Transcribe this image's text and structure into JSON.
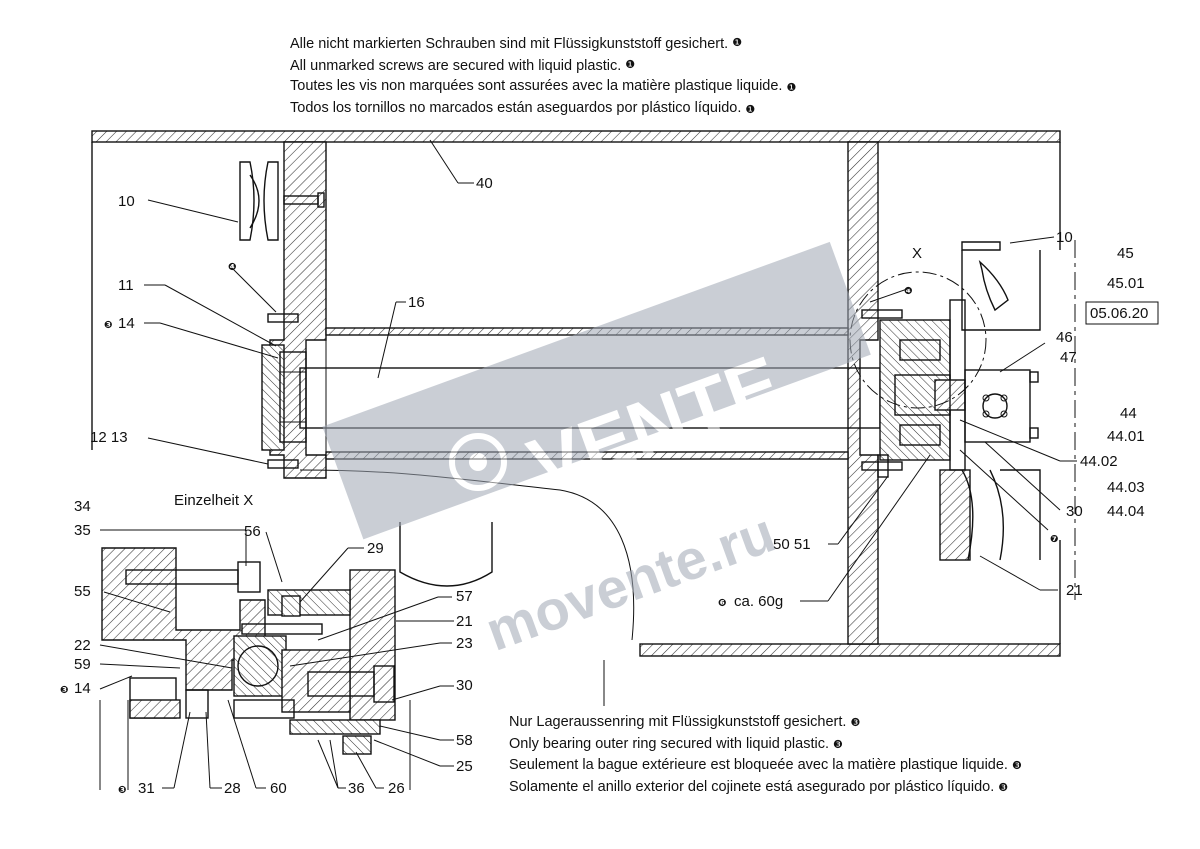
{
  "notes_top": [
    {
      "text": "Alle nicht markierten Schrauben sind mit Flüssigkunststoff gesichert.",
      "mark": "❶"
    },
    {
      "text": "All unmarked screws are secured with liquid plastic.",
      "mark": "❶"
    },
    {
      "text": "Toutes les vis non marquées sont assurées avec la matière plastique liquide.",
      "mark": "❶"
    },
    {
      "text": "Todos los tornillos no marcados están aseguardos por plástico líquido.",
      "mark": "❶"
    }
  ],
  "notes_bottom": [
    {
      "text": "Nur Lageraussenring mit Flüssigkunststoff gesichert.",
      "mark": "❸"
    },
    {
      "text": "Only bearing outer ring secured with liquid plastic.",
      "mark": "❸"
    },
    {
      "text": "Seulement la bague extérieure est bloqueée avec la matière plastique liquide.",
      "mark": "❸"
    },
    {
      "text": "Solamente el anillo exterior del cojinete está asegurado por plástico líquido.",
      "mark": "❸"
    }
  ],
  "detail_title": "Einzelheit X",
  "detail_marker": "X",
  "revision_box": "05.06.20",
  "grease_note": "ca. 60g",
  "callouts": {
    "c10a": "10",
    "c10b": "10",
    "c11": "11",
    "c14a": "14",
    "c14b": "14",
    "c12_13": "12  13",
    "c16": "16",
    "c40": "40",
    "c45": "45",
    "c4501": "45.01",
    "c46": "46",
    "c47": "47",
    "c44": "44",
    "c4401": "44.01",
    "c4402": "44.02",
    "c4403": "44.03",
    "c4404": "44.04",
    "c30a": "30",
    "c30b": "30",
    "c50_51": "50  51",
    "c21a": "21",
    "c21b": "21",
    "c34": "34",
    "c35": "35",
    "c55": "55",
    "c56": "56",
    "c29": "29",
    "c57": "57",
    "c22": "22",
    "c23": "23",
    "c59": "59",
    "c58": "58",
    "c25": "25",
    "c31": "31",
    "c28": "28",
    "c60": "60",
    "c36": "36",
    "c26": "26"
  },
  "marks": {
    "m1": "❶",
    "m3": "❸",
    "m6": "❻",
    "m7": "❼",
    "m4": "❹"
  },
  "watermark": {
    "brand": "VENTE",
    "url": "movente.ru",
    "color": "#9fa7b4"
  }
}
